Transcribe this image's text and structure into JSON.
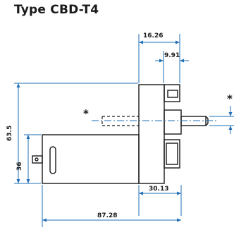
{
  "title": "Type CBD-T4",
  "dimensions": {
    "top_width": "16.26",
    "top_inner": "9.91",
    "height_total": "63.5",
    "height_lower": "36",
    "bottom_right": "30.13",
    "bottom_total": "87.28"
  },
  "callouts": {
    "shaft_left": "*",
    "shaft_right": "*"
  },
  "colors": {
    "outline": "#1a1a1a",
    "dimension": "#1f6fb5"
  }
}
